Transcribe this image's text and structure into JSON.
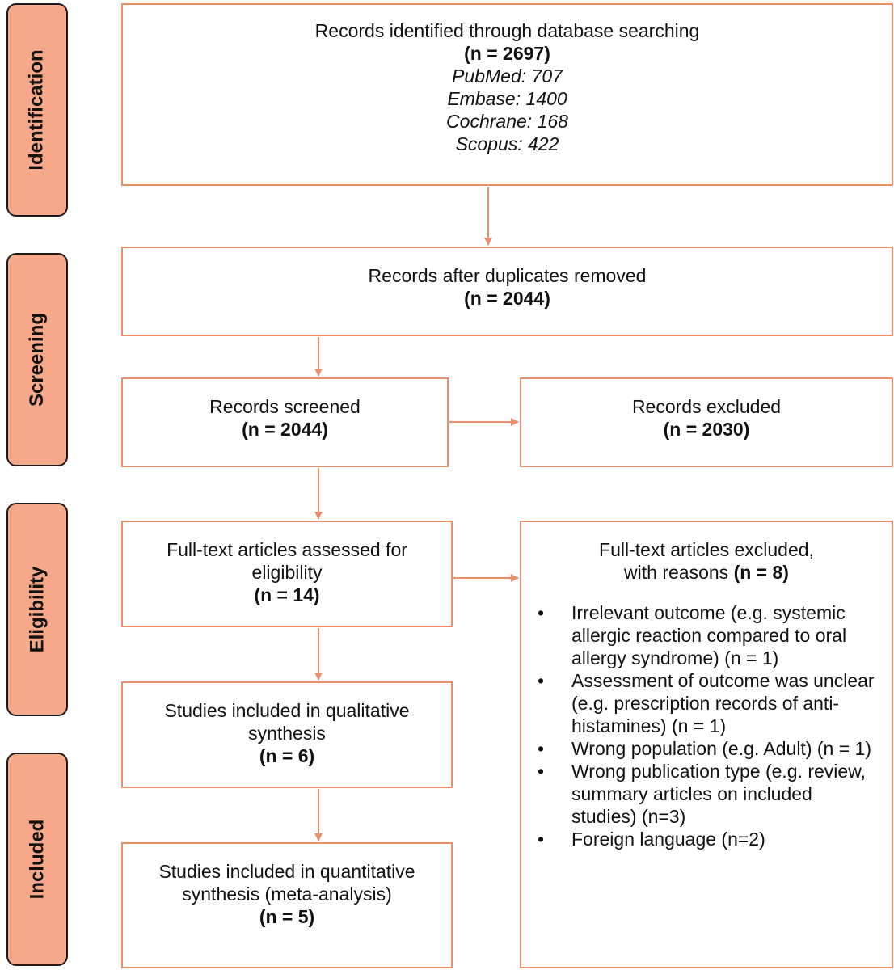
{
  "stages": [
    {
      "label": "Identification"
    },
    {
      "label": "Screening"
    },
    {
      "label": "Eligibility"
    },
    {
      "label": "Included"
    }
  ],
  "identification": {
    "title": "Records identified through database searching",
    "count": "(n = 2697)",
    "sources": [
      "PubMed: 707",
      "Embase: 1400",
      "Cochrane: 168",
      "Scopus: 422"
    ]
  },
  "duplicates": {
    "title": "Records after duplicates removed",
    "count": "(n = 2044)"
  },
  "screened": {
    "title": "Records screened",
    "count": "(n = 2044)"
  },
  "excluded": {
    "title": "Records excluded",
    "count": "(n = 2030)"
  },
  "fulltext": {
    "title_line1": "Full-text articles assessed for",
    "title_line2": "eligibility",
    "count": "(n = 14)"
  },
  "fulltext_excluded": {
    "title_line1": "Full-text articles excluded,",
    "title_line2": "with reasons ",
    "count": "(n = 8)",
    "reasons": [
      "Irrelevant outcome (e.g. systemic allergic reaction compared to oral allergy syndrome) (n = 1)",
      "Assessment of outcome was unclear (e.g. prescription records of anti-histamines) (n = 1)",
      "Wrong population (e.g. Adult) (n = 1)",
      "Wrong publication type (e.g. review, summary articles on included studies) (n=3)",
      "Foreign language (n=2)"
    ]
  },
  "qualitative": {
    "title_line1": "Studies included in qualitative",
    "title_line2": "synthesis",
    "count": "(n = 6)"
  },
  "quantitative": {
    "title_line1": "Studies included in quantitative",
    "title_line2": "synthesis (meta-analysis)",
    "count": "(n = 5)"
  },
  "colors": {
    "tab_fill": "#f5a98a",
    "box_border": "#ea8f6d",
    "arrow": "#ea8f6d",
    "tab_border": "#1a1a1a"
  }
}
